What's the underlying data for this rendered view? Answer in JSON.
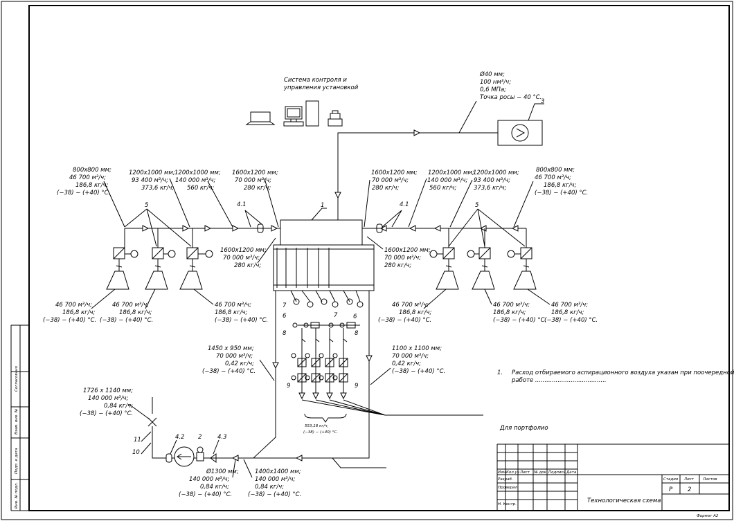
{
  "header": {
    "control_system_line1": "Система контроля и",
    "control_system_line2": "управления установкой"
  },
  "compressed_air": [
    "Ø40 мм;",
    "100 нм³/ч;",
    "0,6 МПа;",
    "Точка росы − 40 °С."
  ],
  "positions": {
    "p1": "1",
    "p2": "2",
    "p3": "3",
    "p41_left": "4.1",
    "p41_right": "4.1",
    "p42": "4.2",
    "p43": "4.3",
    "p5_left": "5",
    "p5_right": "5",
    "p6_left": "6",
    "p6_right": "6",
    "p7_left": "7",
    "p7_right": "7",
    "p8_left": "8",
    "p8_right": "8",
    "p9_left": "9",
    "p9_right": "9",
    "p10": "10",
    "p11": "11"
  },
  "labels": {
    "top_left_1": [
      "800x800 мм;",
      "46 700 м³/ч;",
      "186,8 кг/ч;",
      "(−38) − (+40) °С."
    ],
    "top_left_2": [
      "1200x1000 мм;",
      "93 400 м³/ч;",
      "373,6 кг/ч;"
    ],
    "top_left_3": [
      "1200x1000 мм;",
      "140 000 м³/ч;",
      "560 кг/ч;"
    ],
    "top_left_4": [
      "1600x1200 мм;",
      "70 000 м³/ч;",
      "280 кг/ч;"
    ],
    "top_right_4": [
      "1600x1200 мм;",
      "70 000 м³/ч;",
      "280 кг/ч;"
    ],
    "top_right_3": [
      "1200x1000 мм;",
      "140 000 м³/ч;",
      "560 кг/ч;"
    ],
    "top_right_2": [
      "1200x1000 мм;",
      "93 400 м³/ч;",
      "373,6 кг/ч;"
    ],
    "top_right_1": [
      "800x800 мм;",
      "46 700 м³/ч;",
      "186,8 кг/ч;",
      "(−38) − (+40) °С."
    ],
    "mid_left": [
      "1600x1200 мм;",
      "70 000 м³/ч;",
      "280 кг/ч;"
    ],
    "mid_right": [
      "1600x1200 мм;",
      "70 000 м³/ч;",
      "280 кг/ч;"
    ],
    "intake": [
      "46 700 м³/ч;",
      "186,8 кг/ч;",
      "(−38) − (+40) °С."
    ],
    "duct_left": [
      "1450 x 950 мм;",
      "70 000 м³/ч;",
      "0,42 кг/ч;",
      "(−38) − (+40) °С."
    ],
    "duct_right": [
      "1100 x 1100 мм;",
      "70 000 м³/ч;",
      "0,42 кг/ч;",
      "(−38) − (+40) °С."
    ],
    "left_block": [
      "1726 x 1140 мм;",
      "140 000 м³/ч;",
      "0,84 кг/ч;",
      "(−38) − (+40) °С."
    ],
    "bottom_1": [
      "Ø1300 мм;",
      "140 000 м³/ч;",
      "0,84 кг/ч;",
      "(−38) − (+40) °С."
    ],
    "bottom_2": [
      "1400x1400 мм;",
      "140 000 м³/ч;",
      "0,84 кг/ч;",
      "(−38) − (+40) °С."
    ],
    "drain": [
      "553,18 кг/ч;",
      "(−38) − (+40) °С."
    ]
  },
  "note": {
    "num": "1.",
    "line1": "Расход отбираемого аспирационного воздуха указан при поочередной",
    "line2": "работе ......................................"
  },
  "portfolio": "Для портфолио",
  "title_block": {
    "col_headers": [
      "Изм.",
      "Кол.уч",
      "Лист",
      "№ док.",
      "Подпись",
      "Дата"
    ],
    "role_1": "Разраб.",
    "role_2": "Проверил",
    "role_3": "Н. Контр.",
    "stage_label": "Стадия",
    "sheet_label": "Лист",
    "sheets_label": "Листов",
    "stage_value": "Р",
    "sheet_value": "2",
    "drawing_title": "Технологическая схема",
    "format": "Формат А2"
  },
  "side_stamp": [
    "Согласовано",
    "Взам. инв. №",
    "Подп. и дата",
    "Инв. № подл."
  ]
}
